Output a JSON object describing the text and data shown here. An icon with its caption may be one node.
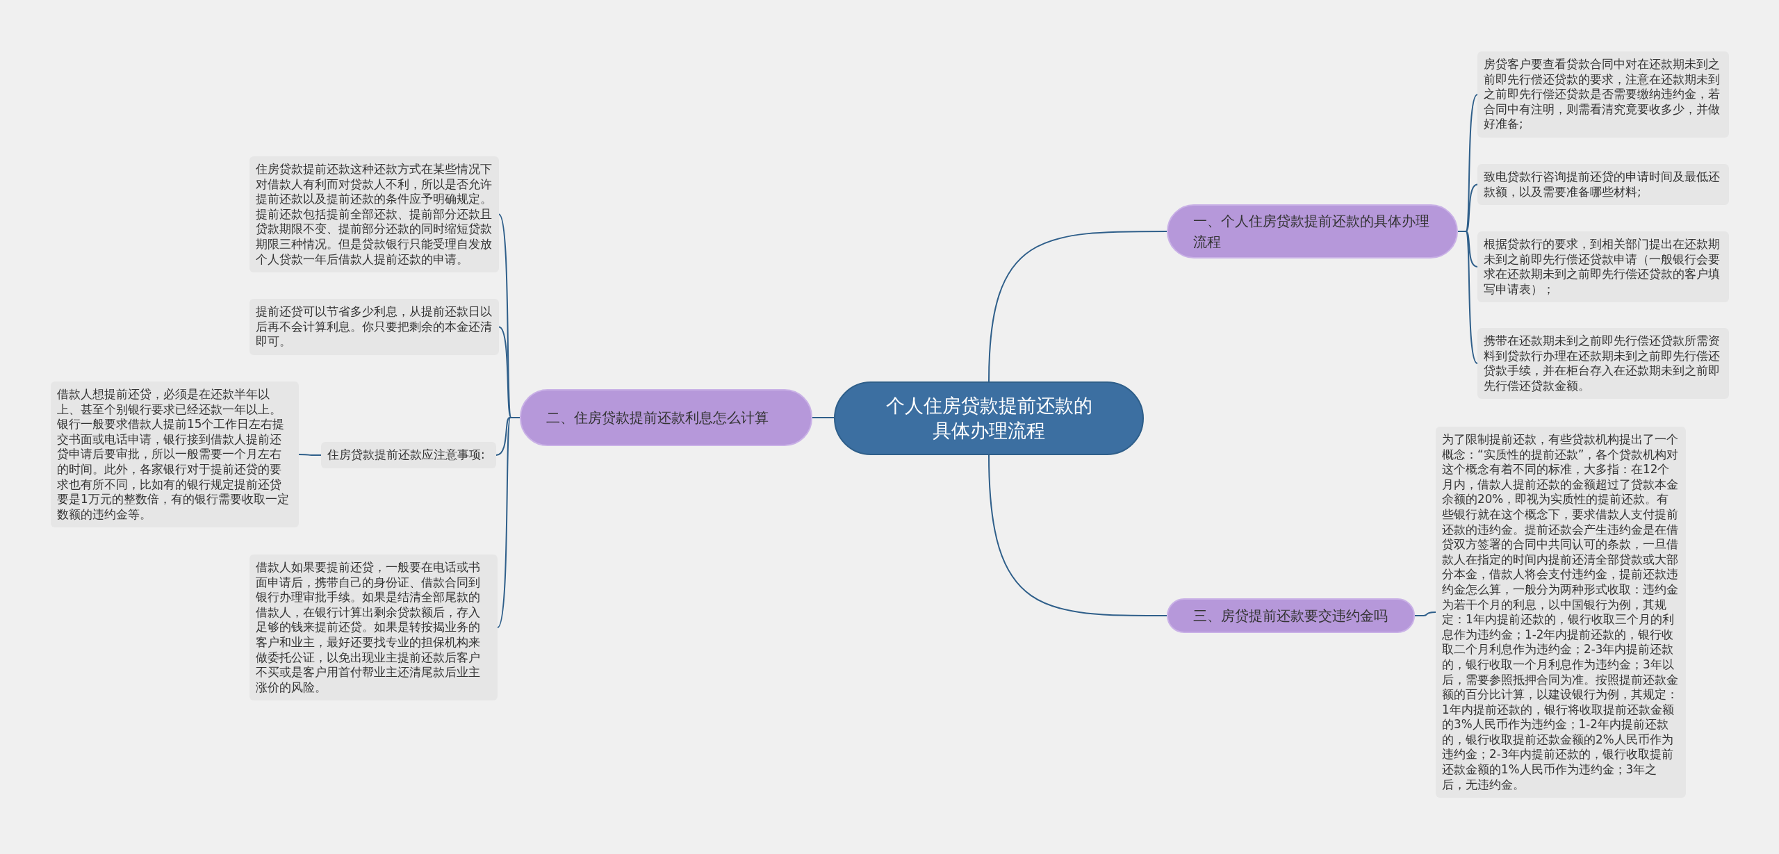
{
  "diagram": {
    "nodes": [
      {
        "text": [
          "个人住房贷款提前还款的具体办理流程"
        ]
      },
      {
        "text": [
          "一、个人住房贷款提前还款的具体办理流程"
        ]
      },
      {
        "text": [
          "房贷客户要查看贷款合同中对在还款期未到之前即先行偿还贷款的要求，注意在还款期未到之前即先行偿还贷款是否需要缴纳违约金，若合同中有注明，则需看清究竟要收多少，并做好准备;"
        ]
      },
      {
        "text": [
          "致电贷款行咨询提前还贷的申请时间及最低还款额，以及需要准备哪些材料;"
        ]
      },
      {
        "text": [
          "根据贷款行的要求，到相关部门提出在还款期未到之前即先行偿还贷款申请（一般银行会要求在还款期未到之前即先行偿还贷款的客户填写申请表）；"
        ]
      },
      {
        "text": [
          "携带在还款期未到之前即先行偿还贷款所需资料到贷款行办理在还款期未到之前即先行偿还贷款手续，并在柜台存入在还款期未到之前即先行偿还贷款金额。"
        ]
      },
      {
        "text": [
          "二、住房贷款提前还款利息怎么计算"
        ]
      },
      {
        "text": [
          "住房贷款提前还款这种还款方式在某些情况下对借款人有利而对贷款人不利，所以是否允许提前还款以及提前还款的条件应予明确规定。提前还款包括提前全部还款、提前部分还款且贷款期限不变、提前部分还款的同时缩短贷款期限三种情况。但是贷款银行只能受理自发放个人贷款一年后借款人提前还款的申请。"
        ]
      },
      {
        "text": [
          "提前还贷可以节省多少利息，从提前还款日以后再不会计算利息。你只要把剩余的本金还清即可。"
        ]
      },
      {
        "text": [
          "住房贷款提前还款应注意事项:"
        ]
      },
      {
        "text": [
          "借款人想提前还贷，必须是在还款半年以上、甚至个别银行要求已经还款一年以上。银行一般要求借款人提前15个工作日左右提交书面或电话申请，银行接到借款人提前还贷申请后要审批，所以一般需要一个月左右的时间。此外，各家银行对于提前还贷的要求也有所不同，比如有的银行规定提前还贷要是1万元的整数倍，有的银行需要收取一定数额的违约金等。"
        ]
      },
      {
        "text": [
          "借款人如果要提前还贷，一般要在电话或书面申请后，携带自己的身份证、借款合同到银行办理审批手续。如果是结清全部尾款的借款人，在银行计算出剩余贷款额后，存入足够的钱来提前还贷。如果是转按揭业务的客户和业主，最好还要找专业的担保机构来做委托公证，以免出现业主提前还款后客户不买或是客户用首付帮业主还清尾款后业主涨价的风险。"
        ]
      },
      {
        "text": [
          "三、房贷提前还款要交违约金吗"
        ]
      },
      {
        "text": [
          "为了限制提前还款，有些贷款机构提出了一个概念：“实质性的提前还款”，各个贷款机构对这个概念有着不同的标准，大多指：在12个月内，借款人提前还款的金额超过了贷款本金余额的20%，即视为实质性的提前还款。有些银行就在这个概念下，要求借款人支付提前还款的违约金。提前还款会产生违约金是在借贷双方签署的合同中共同认可的条款，一旦借款人在指定的时间内提前还清全部贷款或大部分本金，借款人将会支付违约金，提前还款违约金怎么算，一般分为两种形式收取：违约金为若干个月的利息，以中国银行为例，其规定：1年内提前还款的，银行收取三个月的利息作为违约金；1-2年内提前还款的，银行收取二个月利息作为违约金；2-3年内提前还款的，银行收取一个月利息作为违约金；3年以后，需要参照抵押合同为准。按照提前还款金额的百分比计算，以建设银行为例，其规定：1年内提前还款的，银行将收取提前还款金额的3%人民币作为违约金；1-2年内提前还款的，银行收取提前还款金额的2%人民币作为违约金；2-3年内提前还款的，银行收取提前还款金额的1%人民币作为违约金；3年之后，无违约金。"
        ]
      }
    ],
    "edges": [
      {
        "from": 0,
        "to": 1,
        "arrow": "none"
      },
      {
        "from": 1,
        "to": 2,
        "arrow": "none"
      },
      {
        "from": 1,
        "to": 3,
        "arrow": "none"
      },
      {
        "from": 1,
        "to": 4,
        "arrow": "none"
      },
      {
        "from": 1,
        "to": 5,
        "arrow": "none"
      },
      {
        "from": 0,
        "to": 6,
        "arrow": "none"
      },
      {
        "from": 6,
        "to": 7,
        "arrow": "none"
      },
      {
        "from": 6,
        "to": 8,
        "arrow": "none"
      },
      {
        "from": 6,
        "to": 9,
        "arrow": "none"
      },
      {
        "from": 9,
        "to": 10,
        "arrow": "none"
      },
      {
        "from": 6,
        "to": 11,
        "arrow": "none"
      },
      {
        "from": 0,
        "to": 12,
        "arrow": "none"
      },
      {
        "from": 12,
        "to": 13,
        "arrow": "none"
      }
    ]
  }
}
